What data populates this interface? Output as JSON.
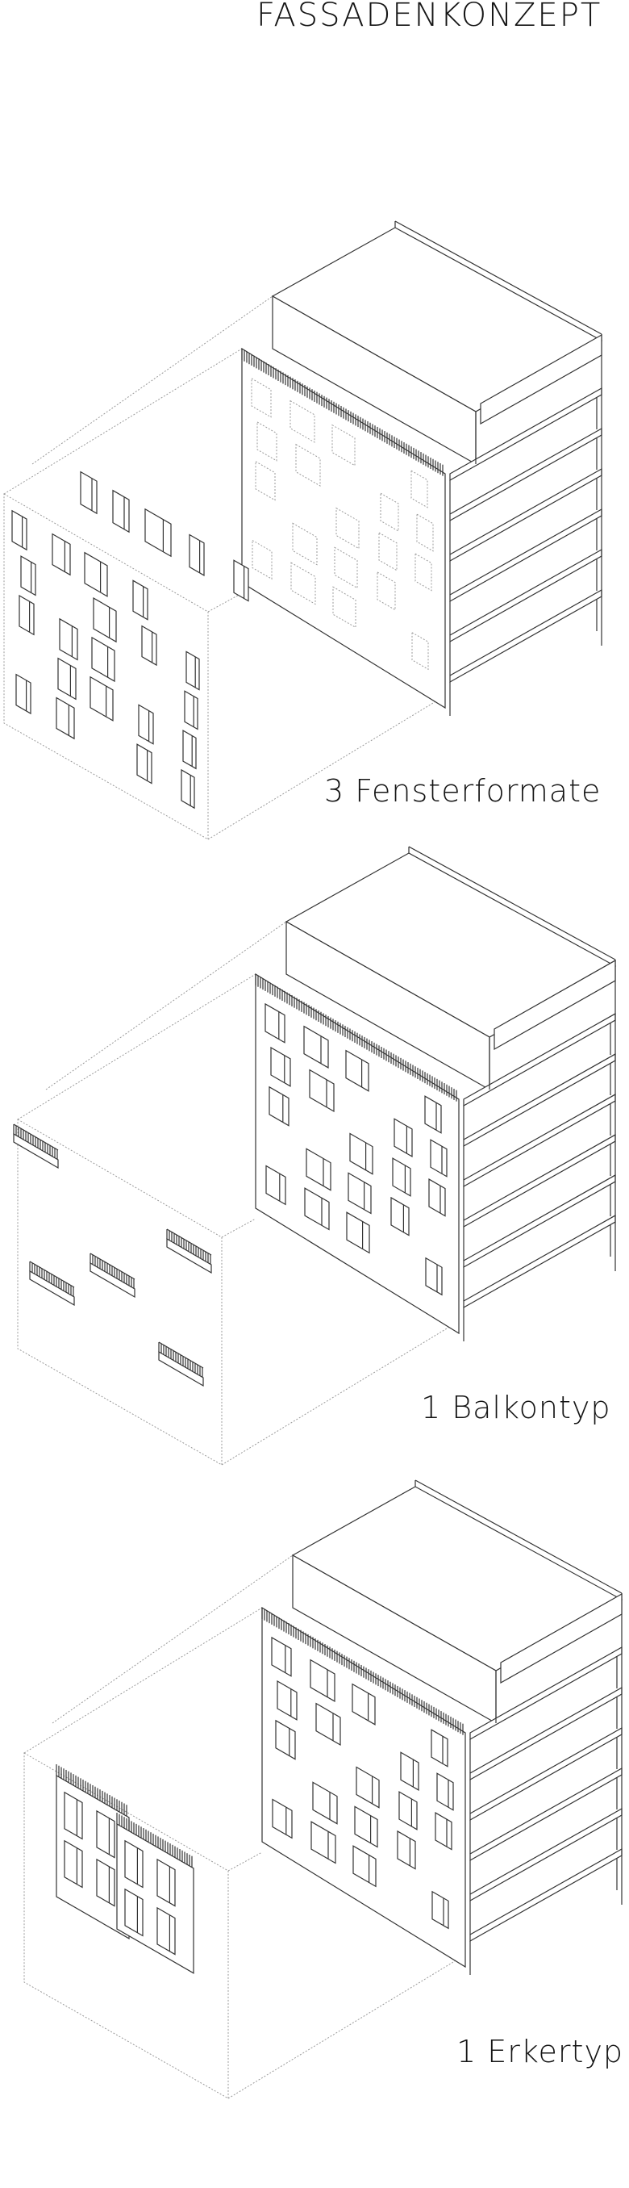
{
  "title": "FASSADENKONZEPT",
  "sections": [
    {
      "label": "3 Fensterformate",
      "variant": "windows"
    },
    {
      "label": "1 Balkontyp",
      "variant": "balconies"
    },
    {
      "label": "1 Erkertyp",
      "variant": "bays"
    }
  ],
  "colors": {
    "line": "#333333",
    "ghost": "#9a9a9a",
    "background": "#ffffff"
  }
}
